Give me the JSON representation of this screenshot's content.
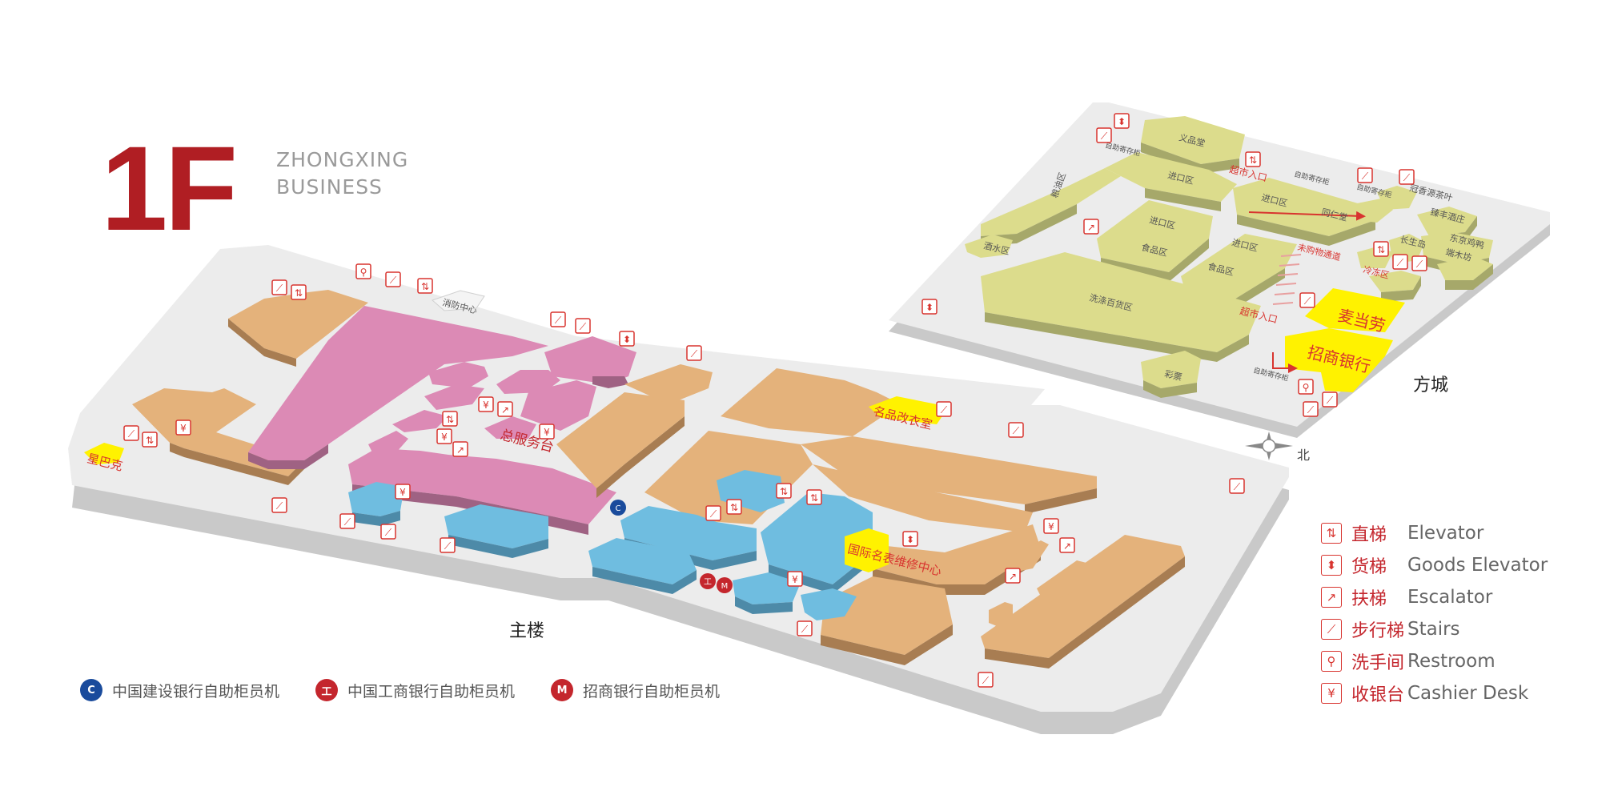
{
  "header": {
    "floor": "1F",
    "brand_line1": "ZHONGXING",
    "brand_line2": "BUSINESS"
  },
  "buildings": {
    "main": "主楼",
    "fangcheng": "方城",
    "north": "北"
  },
  "stores": {
    "starbucks": "星巴克",
    "service_desk": "总服务台",
    "laundry": "名品改衣室",
    "repair": "国际名表维修中心",
    "fire_center": "消防中心",
    "mcdonalds": "麦当劳",
    "cmb": "招商银行",
    "yipin": "义品堂",
    "import_1": "进口区",
    "import_2": "进口区",
    "import_3": "进口区",
    "import_4": "进口区",
    "tongren": "同仁堂",
    "food_1": "食品区",
    "food_2": "食品区",
    "daily": "洗涤百货区",
    "wine": "酒水区",
    "grain": "粮油区",
    "frozen": "冷冻区",
    "lotto": "彩票",
    "sm_entry_1": "超市入口",
    "sm_entry_2": "超市入口",
    "sm_exit": "未购物通道",
    "locker_1": "自助寄存柜",
    "locker_2": "自助寄存柜",
    "locker_3": "自助寄存柜",
    "locker_4": "自助寄存柜",
    "changshou": "长生岛",
    "guanxiang": "冠香源茶叶",
    "zhenfeng": "臻丰酒庄",
    "dongjin": "东京鸡鸭",
    "duanmu": "端木坊",
    "cashier_desk": "收银台"
  },
  "legend": [
    {
      "icon": "elevator-icon",
      "glyph": "⇅",
      "zh": "直梯",
      "en": "Elevator"
    },
    {
      "icon": "goods-elevator-icon",
      "glyph": "⬍",
      "zh": "货梯",
      "en": "Goods Elevator"
    },
    {
      "icon": "escalator-icon",
      "glyph": "↗",
      "zh": "扶梯",
      "en": "Escalator"
    },
    {
      "icon": "stairs-icon",
      "glyph": "⟋",
      "zh": "步行梯",
      "en": "Stairs"
    },
    {
      "icon": "restroom-icon",
      "glyph": "⚲",
      "zh": "洗手间",
      "en": "Restroom"
    },
    {
      "icon": "cashier-icon",
      "glyph": "¥",
      "zh": "收银台",
      "en": "Cashier Desk"
    }
  ],
  "atm": [
    {
      "icon": "ccb-logo-icon",
      "glyph": "C",
      "color": "#1a4b9c",
      "label": "中国建设银行自助柜员机"
    },
    {
      "icon": "icbc-logo-icon",
      "glyph": "工",
      "color": "#c4262d",
      "label": "中国工商银行自助柜员机"
    },
    {
      "icon": "cmb-logo-icon",
      "glyph": "M",
      "color": "#c4262d",
      "label": "招商银行自助柜员机"
    }
  ],
  "colors": {
    "floor": "#ececec",
    "floor_edge": "#c9c9c9",
    "tan": "#e4b27b",
    "tan_side": "#a87d52",
    "pink": "#dc8ab5",
    "pink_side": "#9f6283",
    "blue": "#6fbde0",
    "blue_side": "#4d8aa8",
    "olive": "#dcdc8c",
    "olive_side": "#a6a86a",
    "yellow": "#fff200",
    "icon_red": "#d8342f"
  }
}
